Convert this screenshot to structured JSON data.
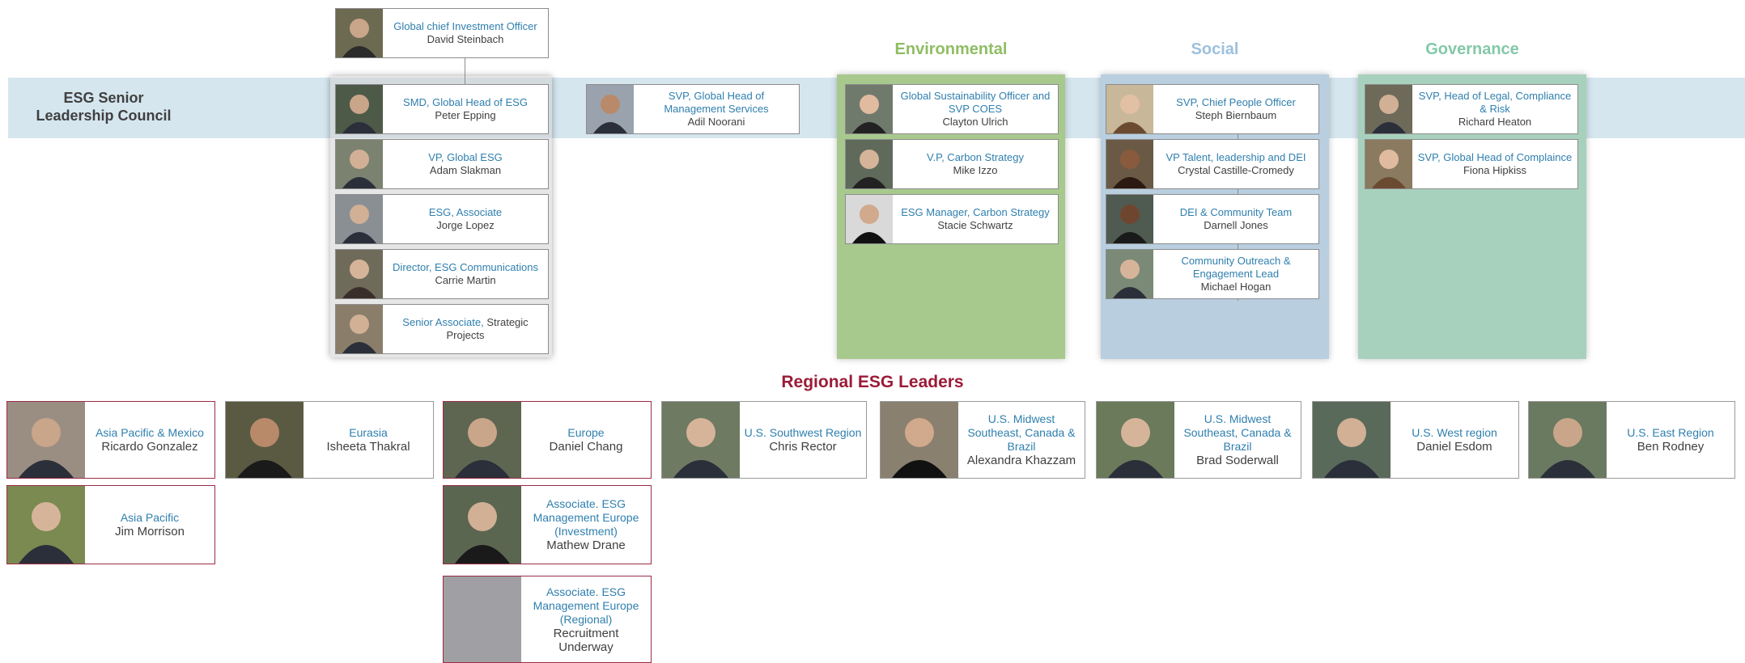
{
  "sections": {
    "environmental": "Environmental",
    "social": "Social",
    "governance": "Governance"
  },
  "council_label": [
    "ESG Senior",
    "Leadership Council"
  ],
  "regional_title": "Regional ESG Leaders",
  "top": {
    "title": "Global chief Investment Officer",
    "name": "David Steinbach"
  },
  "esg_team": [
    {
      "title": "SMD, Global Head of ESG",
      "name": "Peter Epping"
    },
    {
      "title": "VP, Global ESG",
      "name": "Adam Slakman"
    },
    {
      "title": "ESG, Associate",
      "name": "Jorge Lopez"
    },
    {
      "title": "Director, ESG Communications",
      "name": "Carrie Martin"
    },
    {
      "title": "Senior Associate,",
      "title_rest": "Strategic Projects",
      "name": ""
    }
  ],
  "mgmt": {
    "title": "SVP, Global Head of Management Services",
    "name": "Adil Noorani"
  },
  "env": [
    {
      "title": "Global Sustainability Officer and SVP COES",
      "name": "Clayton Ulrich"
    },
    {
      "title": "V.P, Carbon Strategy",
      "name": "Mike Izzo"
    },
    {
      "title": "ESG Manager, Carbon Strategy",
      "name": "Stacie Schwartz"
    }
  ],
  "soc": [
    {
      "title": "SVP, Chief People Officer",
      "name": "Steph Biernbaum"
    },
    {
      "title": "VP Talent, leadership and DEI",
      "name": "Crystal Castille-Cromedy"
    },
    {
      "title": "DEI & Community Team",
      "name": "Darnell Jones"
    },
    {
      "title": "Community Outreach & Engagement Lead",
      "name": "Michael Hogan"
    }
  ],
  "gov": [
    {
      "title": "SVP, Head of Legal, Compliance & Risk",
      "name": "Richard Heaton"
    },
    {
      "title": "SVP, Global Head of Complaince",
      "name": "Fiona Hipkiss"
    }
  ],
  "regional": [
    {
      "region": "Asia Pacific & Mexico",
      "name": "Ricardo Gonzalez"
    },
    {
      "region": "Eurasia",
      "name": "Isheeta Thakral"
    },
    {
      "region": "Europe",
      "name": "Daniel Chang"
    },
    {
      "region": "U.S. Southwest Region",
      "name": "Chris Rector"
    },
    {
      "region": "U.S. Midwest Southeast, Canada & Brazil",
      "name": "Alexandra Khazzam"
    },
    {
      "region": "U.S. Midwest Southeast, Canada & Brazil",
      "name": "Brad Soderwall"
    },
    {
      "region": "U.S. West region",
      "name": "Daniel Esdom"
    },
    {
      "region": "U.S. East Region",
      "name": "Ben Rodney"
    }
  ],
  "regional_sub": [
    {
      "region": "Asia Pacific",
      "name": "Jim Morrison"
    },
    {
      "region": "Associate. ESG Management Europe (Investment)",
      "name": "Mathew Drane"
    },
    {
      "region": "Associate. ESG Management Europe (Regional)",
      "name": "Recruitment Underway"
    }
  ]
}
